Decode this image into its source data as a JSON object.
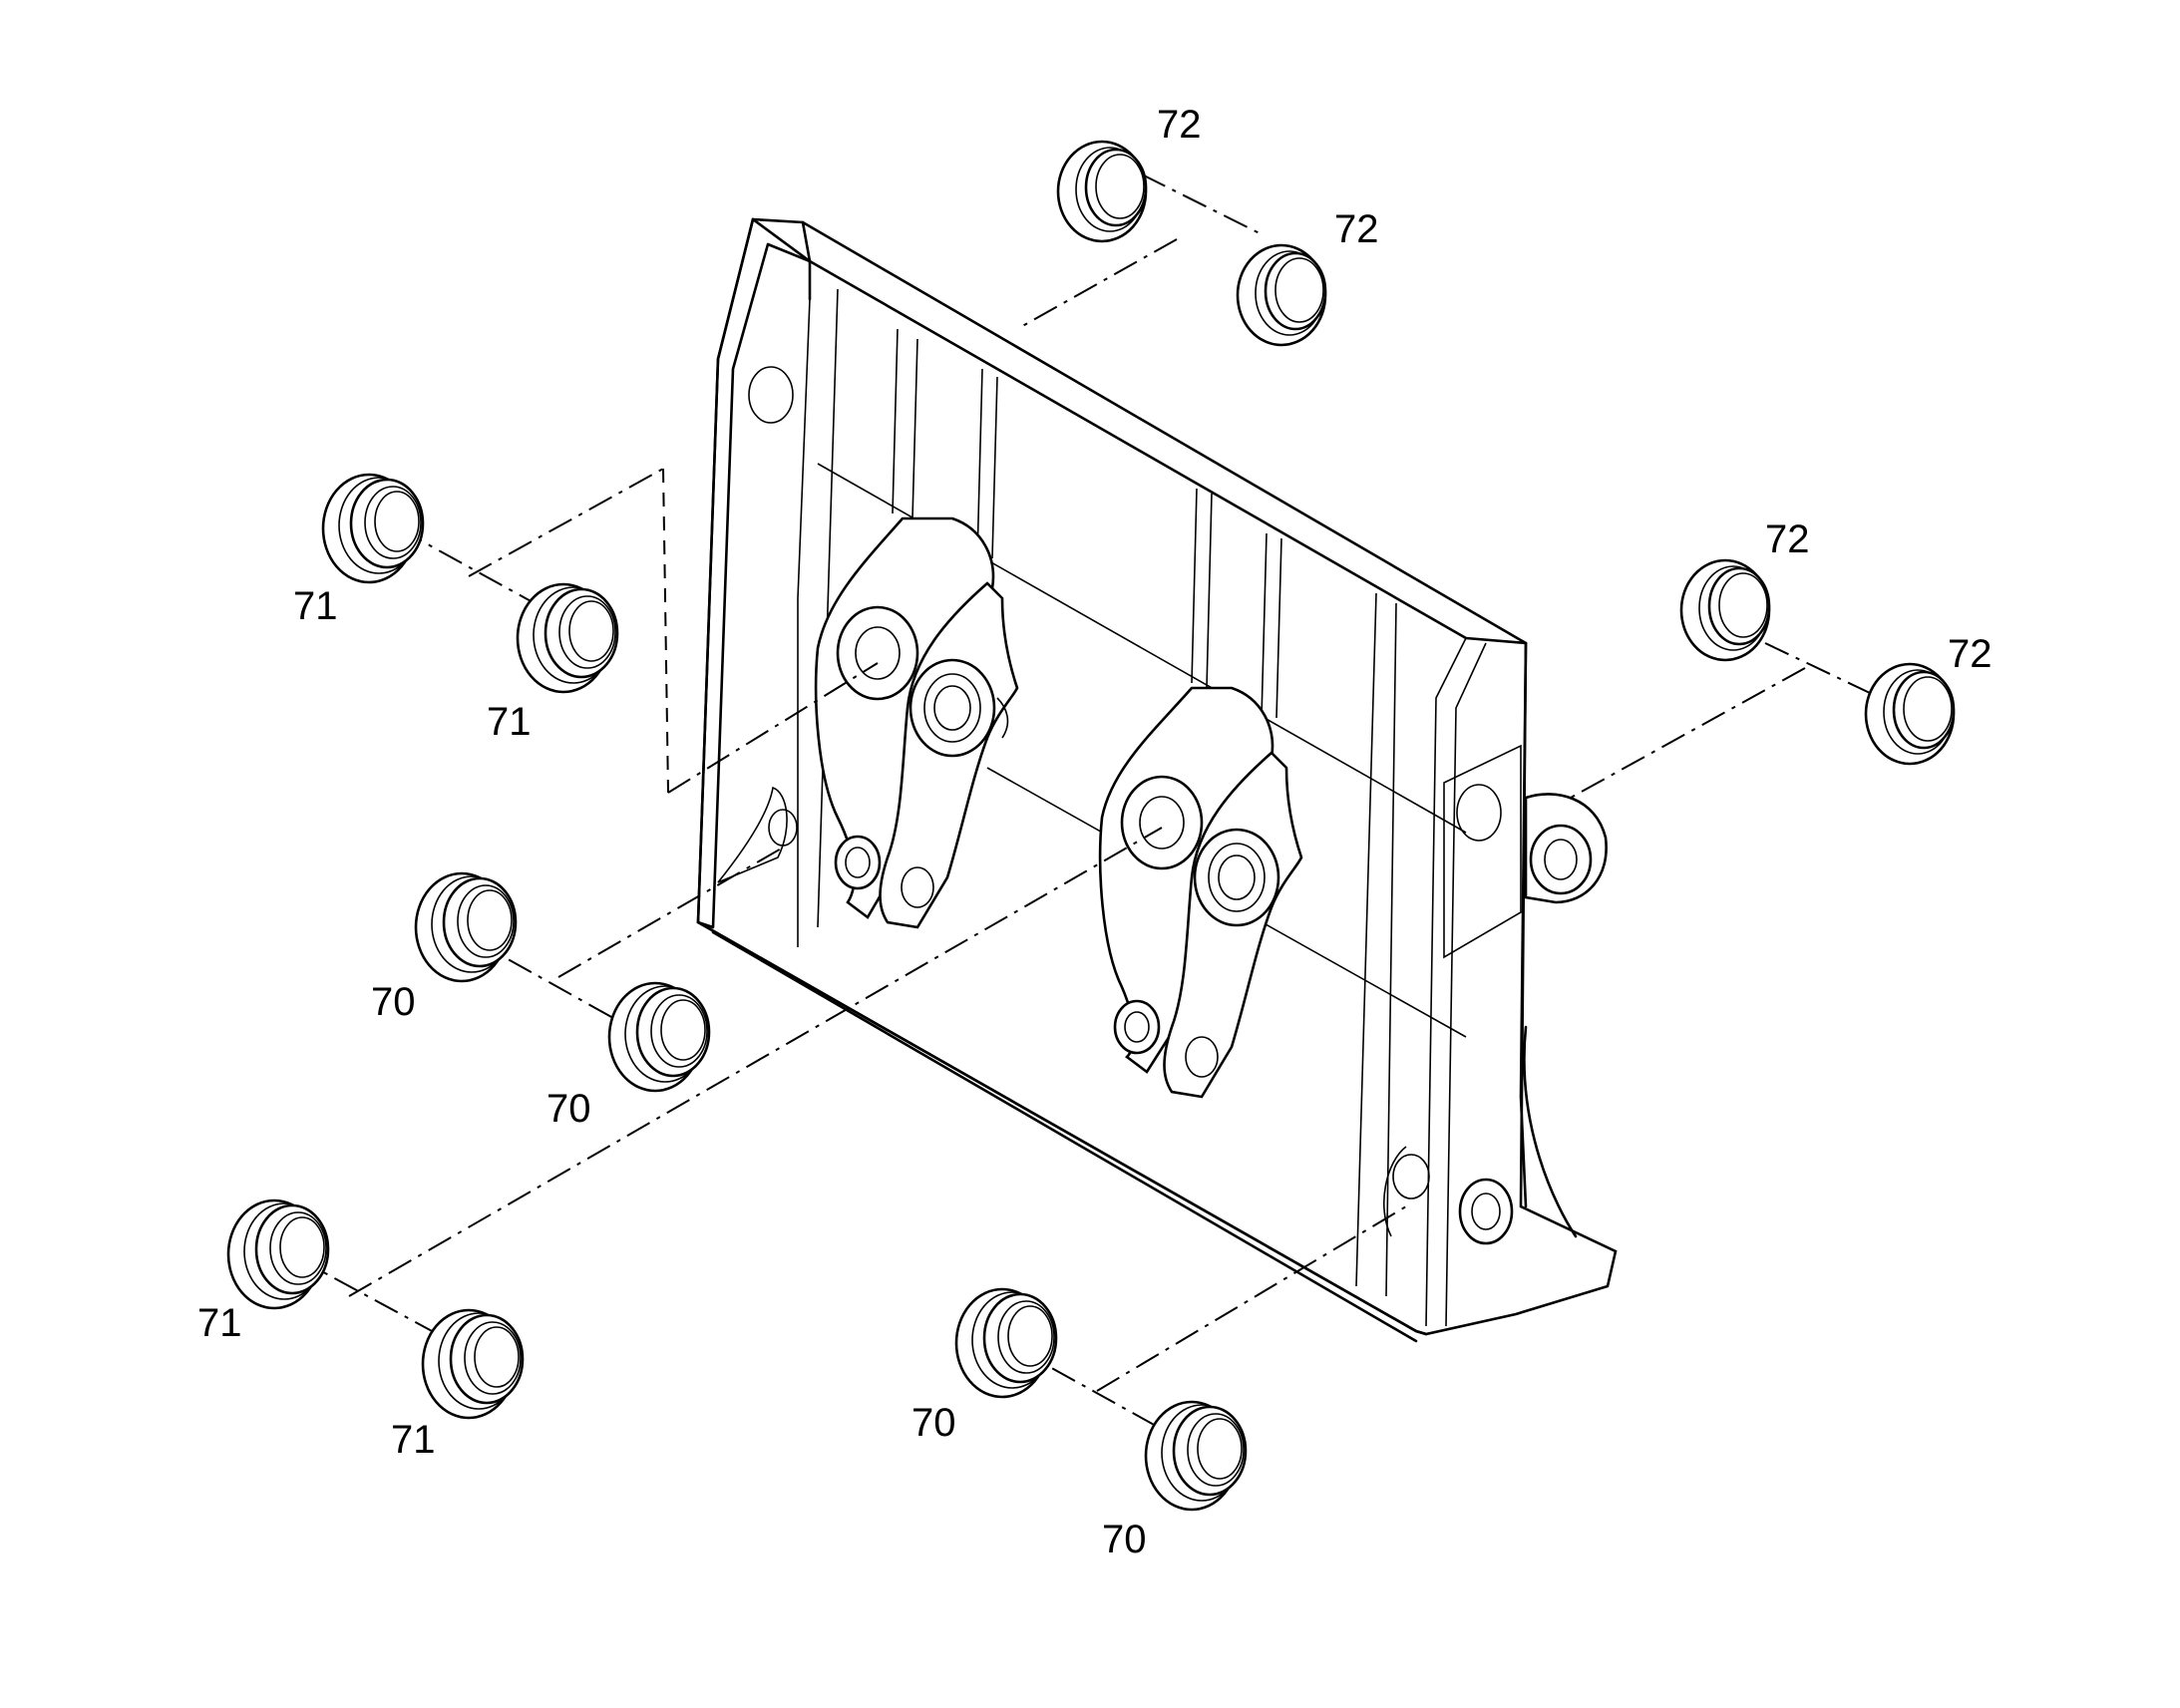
{
  "labels": {
    "l72a": "72",
    "l72b": "72",
    "l72c": "72",
    "l72d": "72",
    "l71a": "71",
    "l71b": "71",
    "l71c": "71",
    "l71d": "71",
    "l70a": "70",
    "l70b": "70",
    "l70c": "70",
    "l70d": "70"
  },
  "colors": {
    "line": "#000000",
    "background": "#ffffff"
  }
}
